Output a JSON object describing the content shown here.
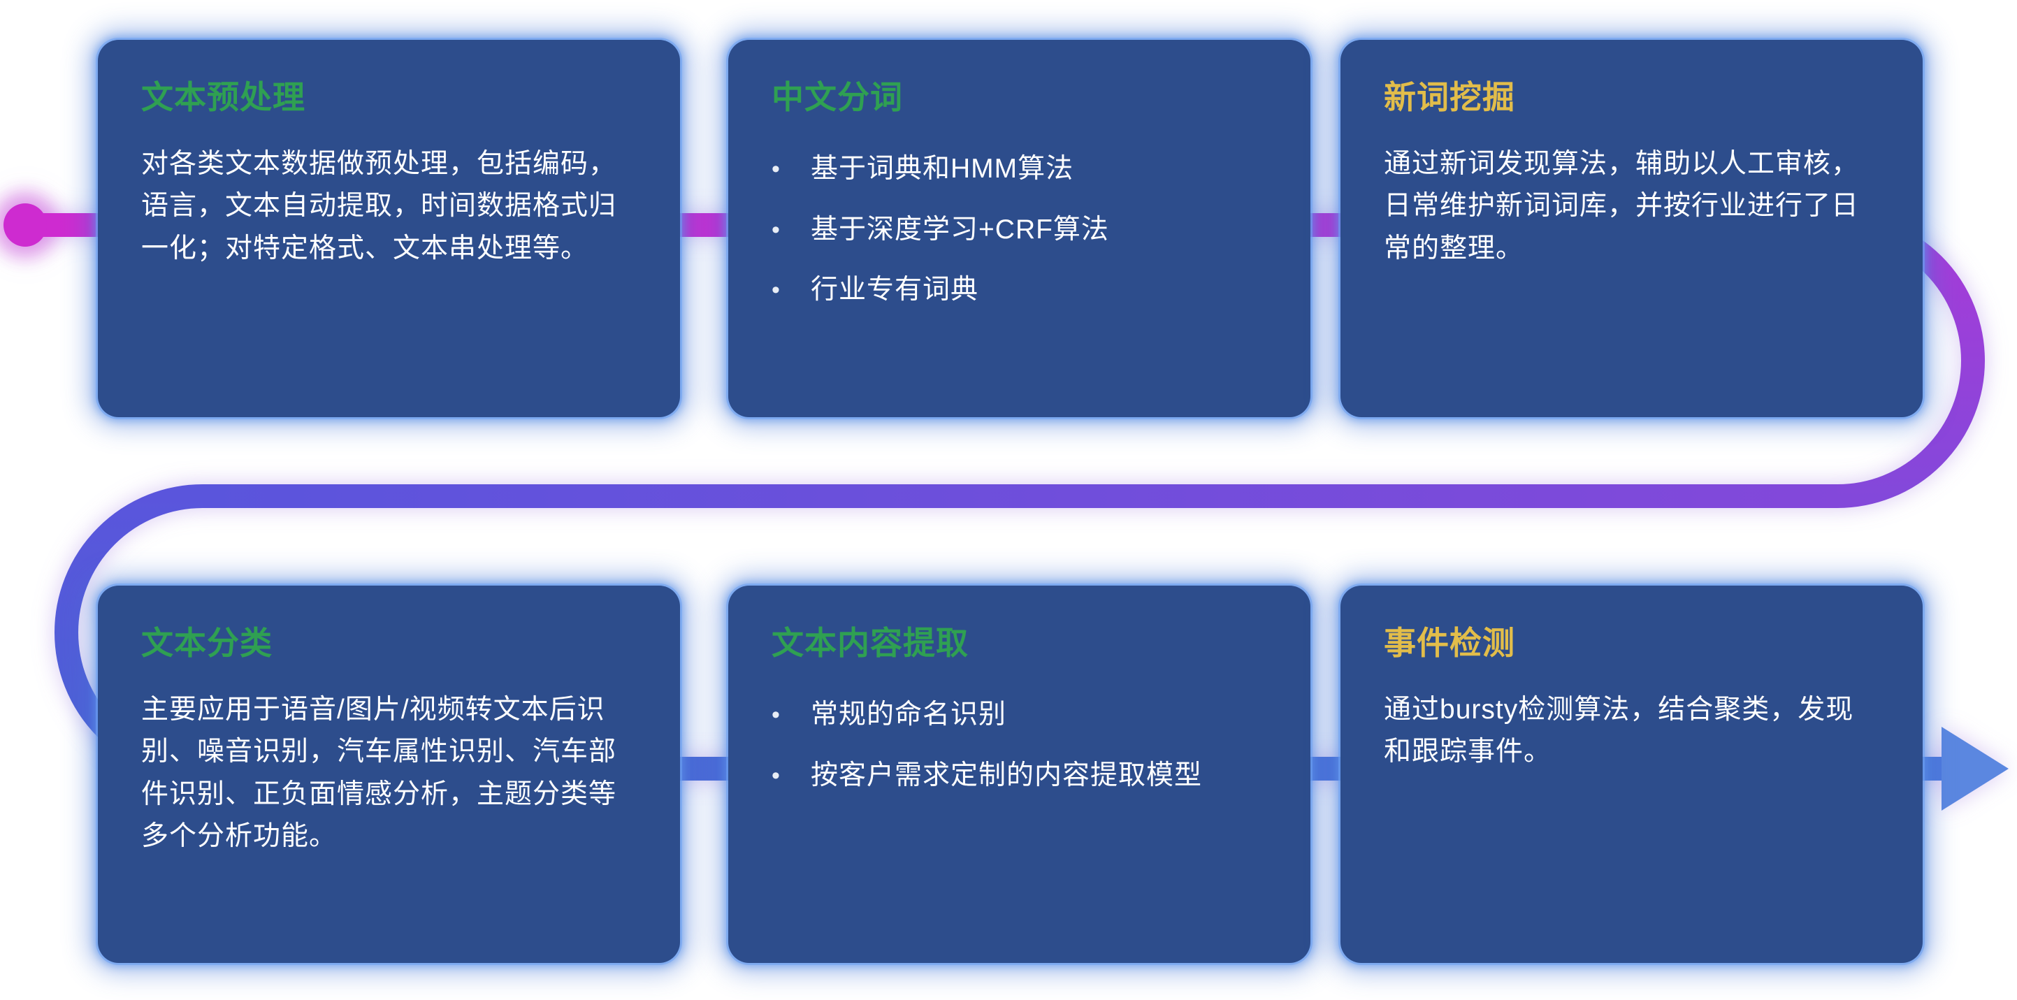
{
  "glyphs": {
    "bullet": "•"
  },
  "colors": {
    "card_background": "#2d4d8c",
    "card_glow": "#4d7fd9",
    "title_green": "#2fa052",
    "title_yellow": "#e2bd4a",
    "body_text": "#ffffff",
    "flow_start_magenta": "#ce2bd0",
    "flow_purple": "#8348da",
    "flow_blue": "#4a63d5",
    "flow_arrow_blue": "#5b87e0"
  },
  "cards": [
    {
      "title": "文本预处理",
      "body": "对各类文本数据做预处理，包括编码，语言，文本自动提取，时间数据格式归一化；对特定格式、文本串处理等。"
    },
    {
      "title": "中文分词",
      "bullets": [
        "基于词典和HMM算法",
        "基于深度学习+CRF算法",
        "行业专有词典"
      ]
    },
    {
      "title": "新词挖掘",
      "body": "通过新词发现算法，辅助以人工审核，日常维护新词词库，并按行业进行了日常的整理。"
    },
    {
      "title": "文本分类",
      "body": "主要应用于语音/图片/视频转文本后识别、噪音识别，汽车属性识别、汽车部件识别、正负面情感分析，主题分类等多个分析功能。"
    },
    {
      "title": "文本内容提取",
      "bullets": [
        "常规的命名识别",
        "按客户需求定制的内容提取模型"
      ]
    },
    {
      "title": "事件检测",
      "body": "通过bursty检测算法，结合聚类，发现和跟踪事件。"
    }
  ]
}
